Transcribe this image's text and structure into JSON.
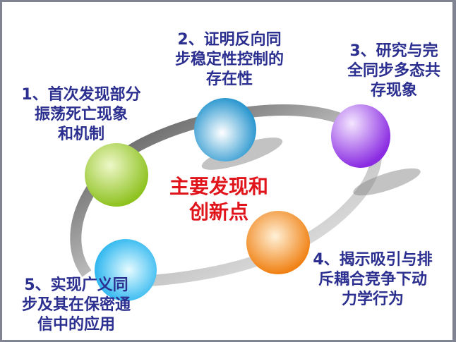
{
  "center_title": {
    "line1": "主要发现和",
    "line2": "创新点"
  },
  "items": [
    {
      "lines": [
        "1、首次发现部分",
        "振荡死亡现象",
        "和机制"
      ],
      "color": "#8dc21f"
    },
    {
      "lines": [
        "2、证明反向同",
        "步稳定性控制的",
        "存在性"
      ],
      "color": "#2a9fd6"
    },
    {
      "lines": [
        "3、研究与完",
        "全同步多态共",
        "存现象"
      ],
      "color": "#9b3bf0"
    },
    {
      "lines": [
        "4、揭示吸引与排",
        "斥耦合竞争下动",
        "力学行为"
      ],
      "color": "#f58a1f"
    },
    {
      "lines": [
        "5、实现广义同",
        "步及其在保密通",
        "信中的应用"
      ],
      "color": "#2ab8f0"
    }
  ]
}
